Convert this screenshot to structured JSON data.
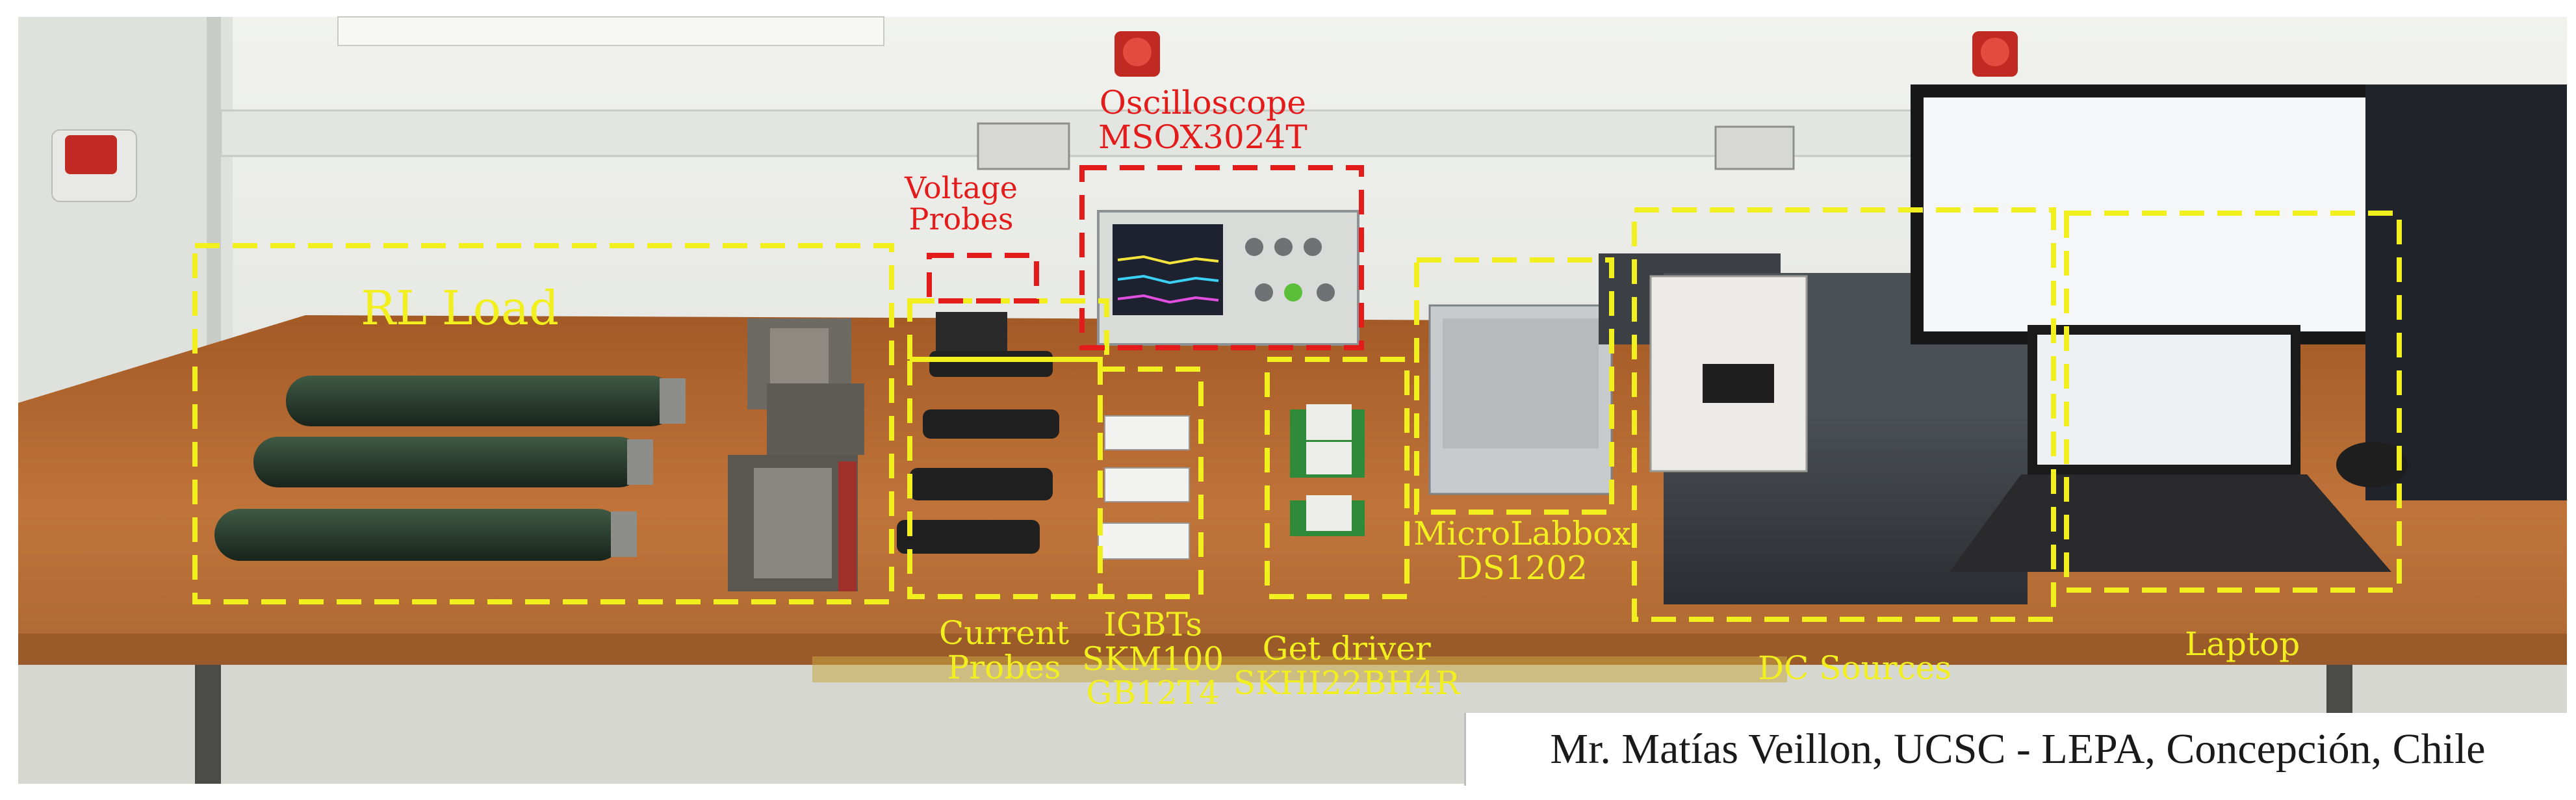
{
  "labels": {
    "rl_load": "RL Load",
    "voltage_probes": [
      "Voltage",
      "Probes"
    ],
    "oscilloscope": [
      "Oscilloscope",
      "MSOX3024T"
    ],
    "current_probes": [
      "Current",
      "Probes"
    ],
    "igbts": [
      "IGBTs",
      "SKM100",
      "GB12T4"
    ],
    "gate_driver": [
      "Get driver",
      "SKHI22BH4R"
    ],
    "microlabbox": [
      "MicroLabbox",
      "DS1202"
    ],
    "dc_sources": "DC Sources",
    "laptop": "Laptop"
  },
  "credit": "Mr. Matías Veillon, UCSC - LEPA, Concepción, Chile",
  "colors": {
    "yellow_annotation": "#f2ef1f",
    "red_annotation": "#e31b1b",
    "table": "#b0662e",
    "wall": "#e6e8e4"
  }
}
